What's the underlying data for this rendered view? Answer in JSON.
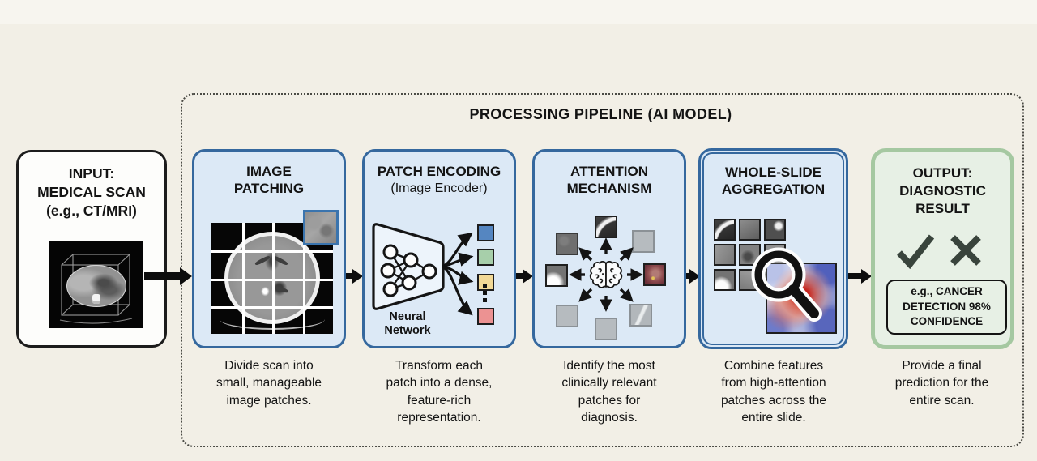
{
  "pipeline": {
    "title": "PROCESSING PIPELINE (AI MODEL)"
  },
  "input_box": {
    "title_lines": [
      "INPUT:",
      "MEDICAL SCAN",
      "(e.g., CT/MRI)"
    ]
  },
  "stages": [
    {
      "id": "image-patching",
      "title": "IMAGE PATCHING",
      "caption": "Divide scan into small, manageable image patches."
    },
    {
      "id": "patch-encoding",
      "title": "PATCH ENCODING",
      "subtitle": "(Image Encoder)",
      "diagram_label": "Neural Network",
      "caption": "Transform each patch into a dense, feature-rich representation."
    },
    {
      "id": "attention-mechanism",
      "title": "ATTENTION MECHANISM",
      "caption": "Identify the most clinically relevant patches for diagnosis."
    },
    {
      "id": "whole-slide-aggregation",
      "title": "WHOLE-SLIDE AGGREGATION",
      "caption": "Combine features from high-attention patches across the entire slide."
    },
    {
      "id": "output",
      "title": "OUTPUT: DIAGNOSTIC RESULT",
      "result_label": "e.g., CANCER DETECTION 98% CONFIDENCE",
      "caption": "Provide a final prediction for the entire scan."
    }
  ],
  "icons": {
    "neural_network": "neural-network-icon",
    "brain": "brain-icon",
    "magnifier": "magnifier-icon",
    "check": "check-icon",
    "cross": "cross-icon"
  },
  "colors": {
    "background": "#f2efe6",
    "stage_fill": "#dce9f6",
    "stage_border": "#35689e",
    "output_fill": "#e7f0e5",
    "output_border": "#a5c8a1",
    "arrow": "#0d0d0d",
    "feature_squares": [
      "#5586c1",
      "#a7cfaa",
      "#f2d996",
      "#ec9292"
    ],
    "attention_highlight": "#6c3039",
    "heatmap_hot": "#c41c14",
    "heatmap_cold": "#283aaa"
  }
}
